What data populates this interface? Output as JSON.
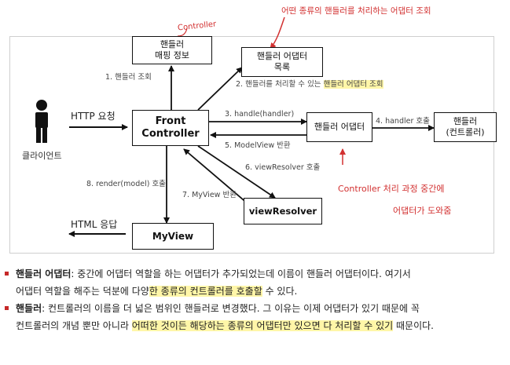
{
  "annotations": {
    "controller_top": "Controller",
    "top_right": "어떤 종류의 핸들러를 처리하는 어댑터 조회",
    "bottom_line1": "Controller 처리 과정 중간에",
    "bottom_line2": "어댑터가 도와줌"
  },
  "nodes": {
    "handler_mapping": [
      "핸들러",
      "매핑 정보"
    ],
    "adapter_list": [
      "핸들러 어댑터",
      "목록"
    ],
    "front_controller": [
      "Front",
      "Controller"
    ],
    "handler_adapter": "핸들러 어댑터",
    "handler_controller": [
      "핸들러",
      "(컨트롤러)"
    ],
    "view_resolver": "viewResolver",
    "my_view": "MyView",
    "client": "클라이언트"
  },
  "edges": {
    "http_request": "HTTP 요청",
    "html_response": "HTML 응답",
    "step1": "1. 핸들러 조회",
    "step2_prefix": "2. 핸들러를 처리할 수 있는 ",
    "step2_highlight": "핸들러 어댑터 조회",
    "step3": "3. handle(handler)",
    "step4": "4. handler 호출",
    "step5": "5. ModelView 반환",
    "step6": "6. viewResolver 호출",
    "step7": "7. MyView 반환",
    "step8": "8. render(model) 호출"
  },
  "bullets": [
    {
      "term": "핸들러 어댑터",
      "line1": ": 중간에 어댑터 역할을 하는 어댑터가 추가되었는데 이름이 핸들러 어댑터이다. 여기서",
      "line2_a": "어댑터 역할을 해주는 덕분에 다양",
      "line2_hl": "한 종류의 컨트롤러를 호출할",
      "line2_b": " 수 있다."
    },
    {
      "term": "핸들러",
      "line1": ": 컨트롤러의 이름을 더 넓은 범위인 핸들러로 변경했다. 그 이유는 이제 어댑터가 있기 때문에 꼭",
      "line2_a": "컨트롤러의 개념 뿐만 아니라 ",
      "line2_hl": "어떠한 것이든 해당하는 종류의 어댑터만 있으면 다 처리할 수 있기",
      "line2_b": " 때문이다."
    }
  ],
  "colors": {
    "annotation": "#d23030",
    "highlight": "#fff6a8",
    "bullet": "#c62828"
  }
}
